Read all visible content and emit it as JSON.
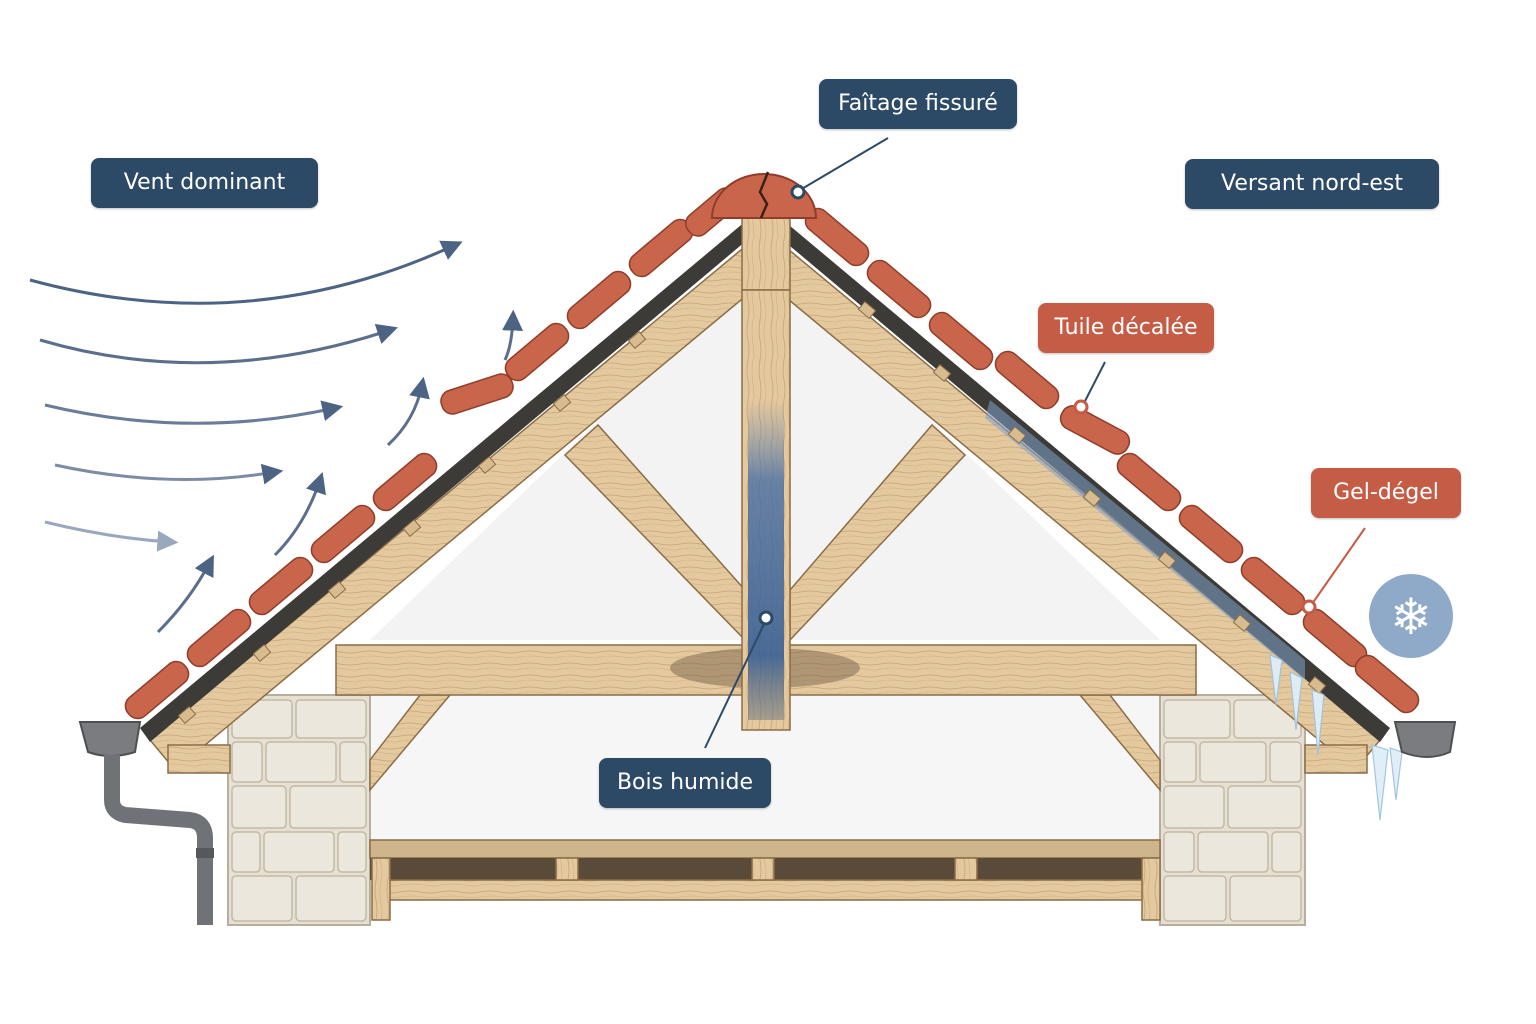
{
  "labels": {
    "wind": "Vent dominant",
    "ridge": "Faîtage fissuré",
    "slope": "Versant nord-est",
    "tile": "Tuile décalée",
    "frost": "Gel-dégel",
    "wood": "Bois humide"
  },
  "icons": {
    "snowflake": "❄"
  },
  "colors": {
    "navy_label": "#2c4a66",
    "red_label": "#c45c46",
    "tile": "#c8654a",
    "wood": "#e3c79c",
    "stone": "#e3ddd0",
    "wind_arrow": "#4d6384",
    "snow_badge": "#8fa9c8"
  }
}
